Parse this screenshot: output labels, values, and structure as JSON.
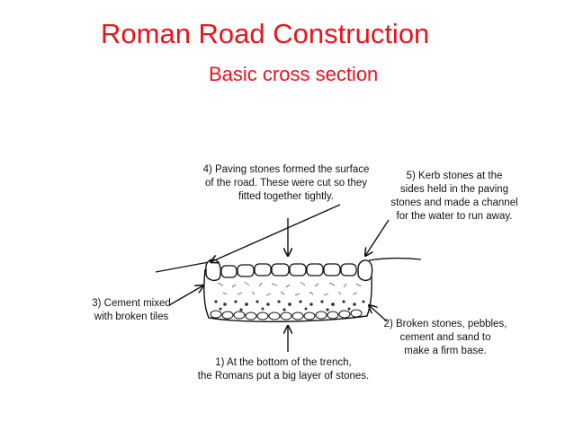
{
  "slide": {
    "title": "Roman Road Construction",
    "subtitle": "Basic cross section"
  },
  "labels": {
    "paving": "4) Paving stones formed the surface\nof the road. These were cut so they\nfitted together tightly.",
    "kerb": "5) Kerb stones at the\nsides held in the paving\nstones and made a channel\nfor the water to run away.",
    "cement": "3) Cement mixed\nwith broken tiles",
    "broken": "2) Broken stones, pebbles,\ncement and sand to\nmake a firm base.",
    "bottom": "1) At the bottom of the trench,\nthe Romans put a big layer of stones."
  },
  "colors": {
    "title": "#e8141c",
    "ink": "#111111"
  }
}
